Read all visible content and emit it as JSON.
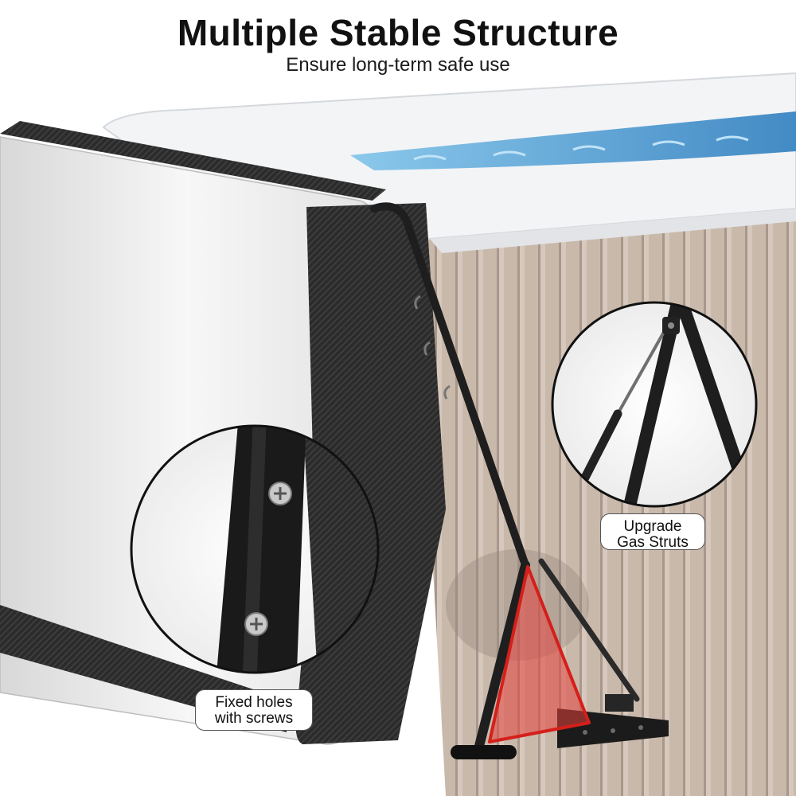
{
  "header": {
    "title": "Multiple Stable Structure",
    "subtitle": "Ensure long-term safe use"
  },
  "callouts": {
    "screws": {
      "line1": "Fixed holes",
      "line2": "with screws"
    },
    "struts": {
      "line1": "Upgrade",
      "line2": "Gas Struts"
    }
  },
  "colors": {
    "tub_shell": "#f4f5f7",
    "tub_panel": "#c8b8aa",
    "water": "#3f8ec6",
    "cover": "#ebebeb",
    "carbon_strap": "#2e2e2e",
    "frame_bar": "#1f1f1f",
    "highlight_triangle": "#d9322e"
  },
  "icons": [
    "hot-tub-illustration",
    "cover-lifter-frame",
    "screw-icon",
    "gas-strut-icon",
    "stability-triangle"
  ]
}
